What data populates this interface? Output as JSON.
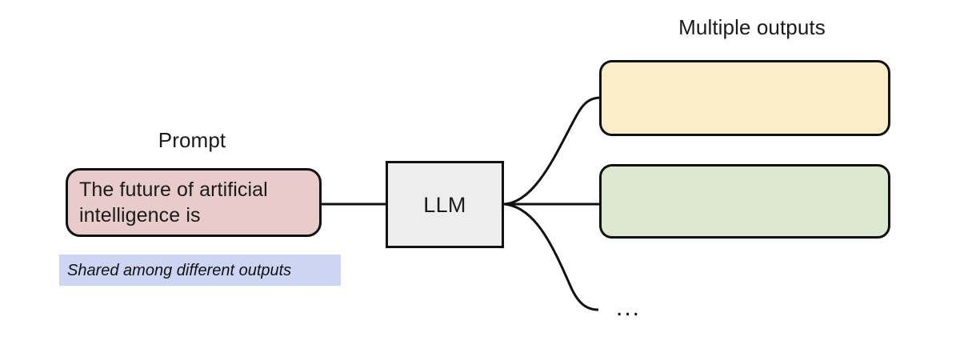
{
  "diagram": {
    "title_prompt": "Prompt",
    "title_outputs": "Multiple outputs",
    "prompt": {
      "label": "Prompt",
      "text": "The future of artificial intelligence is",
      "fill_color": "#e8cccc",
      "border_color": "#111111"
    },
    "shared_note": {
      "text": "Shared among different outputs",
      "highlight_color": "#ccd6f4",
      "style": "italic"
    },
    "model": {
      "label": "LLM",
      "fill_color": "#ededed",
      "border_color": "#111111"
    },
    "outputs": {
      "label": "Multiple outputs",
      "items": [
        {
          "name": "output-1",
          "text": "",
          "fill_color": "#faeec8",
          "border_color": "#111111"
        },
        {
          "name": "output-2",
          "text": "",
          "fill_color": "#dde8d0",
          "border_color": "#111111"
        }
      ],
      "more_indicator": "..."
    },
    "connectors": {
      "prompt_to_model": "straight",
      "model_to_output_1": "curved-up",
      "model_to_output_2": "straight",
      "model_to_more": "curved-down"
    },
    "background_color": "#ffffff"
  }
}
